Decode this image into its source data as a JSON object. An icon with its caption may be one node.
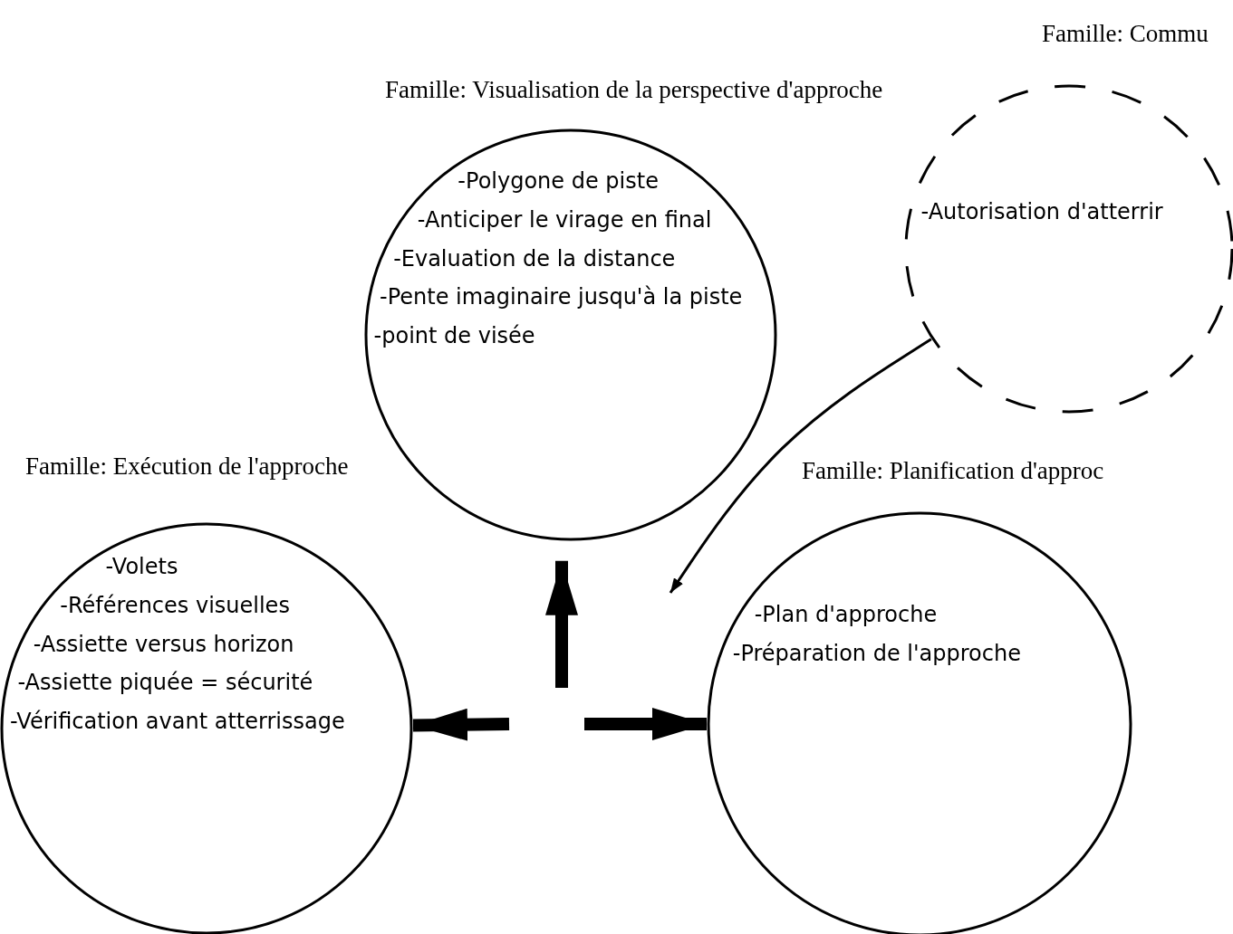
{
  "diagram": {
    "nodes": [
      {
        "text": [
          "Famille: Visualisation de la perspective d'approche",
          "-Polygone de piste",
          "-Anticiper le virage en final",
          "-Evaluation de la distance",
          "-Pente imaginaire jusqu'à la piste",
          "-point de visée"
        ]
      },
      {
        "text": [
          "Famille: Commu",
          "-Autorisation d'atterrir"
        ]
      },
      {
        "text": [
          "Famille: Exécution de l'approche",
          "-Volets",
          "-Références visuelles",
          "-Assiette versus horizon",
          "-Assiette piquée = sécurité",
          "-Vérification avant atterrissage"
        ]
      },
      {
        "text": [
          "Famille: Planification d'approc",
          "-Plan d'approche",
          "-Préparation de l'approche"
        ]
      }
    ],
    "edges": [
      {
        "from": null,
        "to": 0,
        "arrow": "to"
      },
      {
        "from": null,
        "to": 2,
        "arrow": "to"
      },
      {
        "from": null,
        "to": 3,
        "arrow": "to"
      },
      {
        "from": 1,
        "to": null,
        "arrow": "to"
      }
    ]
  }
}
